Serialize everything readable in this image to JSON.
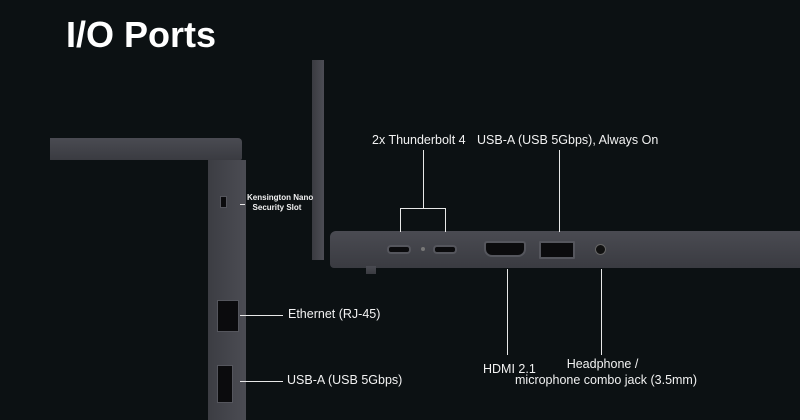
{
  "title": "I/O Ports",
  "labels": {
    "thunderbolt": "2x Thunderbolt 4",
    "usb_a_always_on": "USB-A (USB 5Gbps), Always On",
    "kensington_line1": "Kensington Nano",
    "kensington_line2": "Security Slot",
    "ethernet": "Ethernet (RJ-45)",
    "usb_a_left": "USB-A (USB 5Gbps)",
    "hdmi": "HDMI 2.1",
    "headphone_line1": "Headphone /",
    "headphone_line2": "microphone combo jack (3.5mm)"
  },
  "colors": {
    "background": "#0c1113",
    "chassis": "#43444a",
    "text": "#ffffff"
  }
}
